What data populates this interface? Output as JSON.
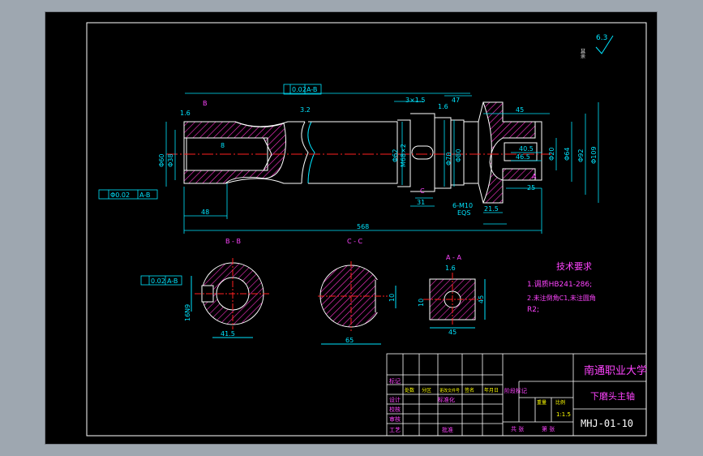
{
  "colors": {
    "background": "#000000",
    "outline": "#ffffff",
    "dimension": "#00e5ff",
    "hatch": "#ff33cc",
    "centerline": "#ff2020",
    "border": "#00c000",
    "yellow": "#ffff00",
    "magenta": "#ff44ff"
  },
  "views": {
    "section_b_label": "B - B",
    "section_c_label": "C - C",
    "section_a_label": "A - A"
  },
  "main_view": {
    "tolerance_top": "0.02",
    "tolerance_top_ref": "A-B",
    "tolerance_left": "Φ0.02",
    "tolerance_left_ref": "A-B",
    "rough_16_a": "1.6",
    "rough_32": "3.2",
    "rough_16_b": "1.6",
    "chamfer": "3×1.5",
    "len_47": "47",
    "len_45": "45",
    "len_8": "8",
    "len_48": "48",
    "len_568": "568",
    "len_31": "31",
    "len_215": "21.5",
    "len_25": "25",
    "len_465": "46.5",
    "len_405": "40.5",
    "dia_60": "Φ60",
    "dia_38": "Φ38",
    "dia_62": "Φ62",
    "thread": "M68×2",
    "dia_70": "Φ70",
    "dia_80": "Φ80",
    "dia_20": "Φ20",
    "dia_64": "Φ64",
    "dia_92": "Φ92",
    "dia_109": "Φ109",
    "thread_m10": "6-M10",
    "eqs": "EQS",
    "ref_b": "B",
    "ref_c": "C",
    "ref_a": "A",
    "datum_a": "A",
    "datum_b": "B"
  },
  "section_b": {
    "tolerance": "0.02",
    "tolerance_ref": "A-B",
    "dim_width": "41.5",
    "dim_bore": "16N9"
  },
  "section_c": {
    "dim_width": "65",
    "dim_flat": "10"
  },
  "section_a": {
    "rough": "1.6",
    "dim_45_h": "45",
    "dim_45_v": "45",
    "dim_10": "10"
  },
  "corner_rough": {
    "value": "6.3",
    "label": "其余"
  },
  "tech_req": {
    "title": "技术要求",
    "line1": "1.调质HB241-286;",
    "line2": "2.未注倒角C1,未注圆角",
    "line3": "R2;"
  },
  "title_block": {
    "university": "南通职业大学",
    "part_name": "下磨头主轴",
    "drawing_no": "MHJ-01-10",
    "scale": "1:1.5",
    "row_labels": [
      "标记",
      "设计",
      "校核",
      "审核",
      "工艺"
    ],
    "col_labels": [
      "处数",
      "分区",
      "更改文件号",
      "签名",
      "年月日"
    ],
    "mid_labels": [
      "标准化",
      "批准"
    ],
    "stage_label": "阶段标记",
    "weight_label": "重量",
    "scale_label": "比例",
    "sheet_total": "共 张",
    "sheet_no": "第 张"
  }
}
